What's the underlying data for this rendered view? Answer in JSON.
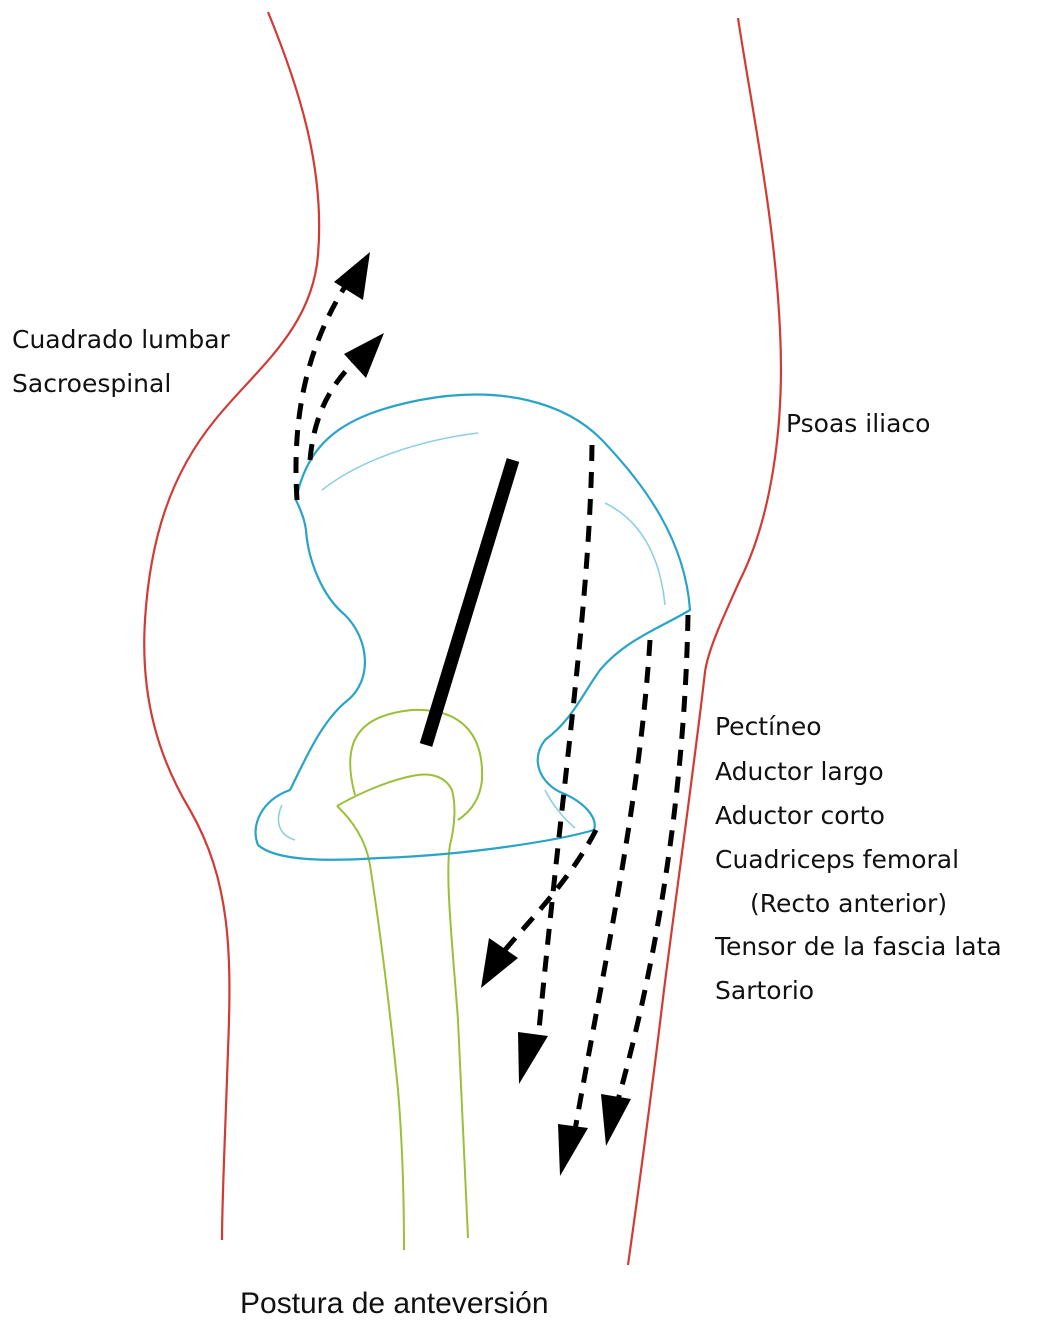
{
  "labels": {
    "posterior_muscles": [
      "Cuadrado lumbar",
      "Sacroespinal"
    ],
    "hip_flexor_top": "Psoas iliaco",
    "anterior_muscles": [
      "Pectíneo",
      "Aductor largo",
      "Aductor corto",
      "Cuadriceps femoral",
      "(Recto anterior)",
      "Tensor de la fascia lata",
      "Sartorio"
    ]
  },
  "caption": "Postura de anteversión",
  "colors": {
    "body_outline": "#d23a34",
    "pelvis": "#2aa3c9",
    "pelvis_light": "#8fcfe3",
    "femur": "#9cbf3a",
    "pelvic_axis": "#000000",
    "muscle_arrows": "#000000"
  }
}
